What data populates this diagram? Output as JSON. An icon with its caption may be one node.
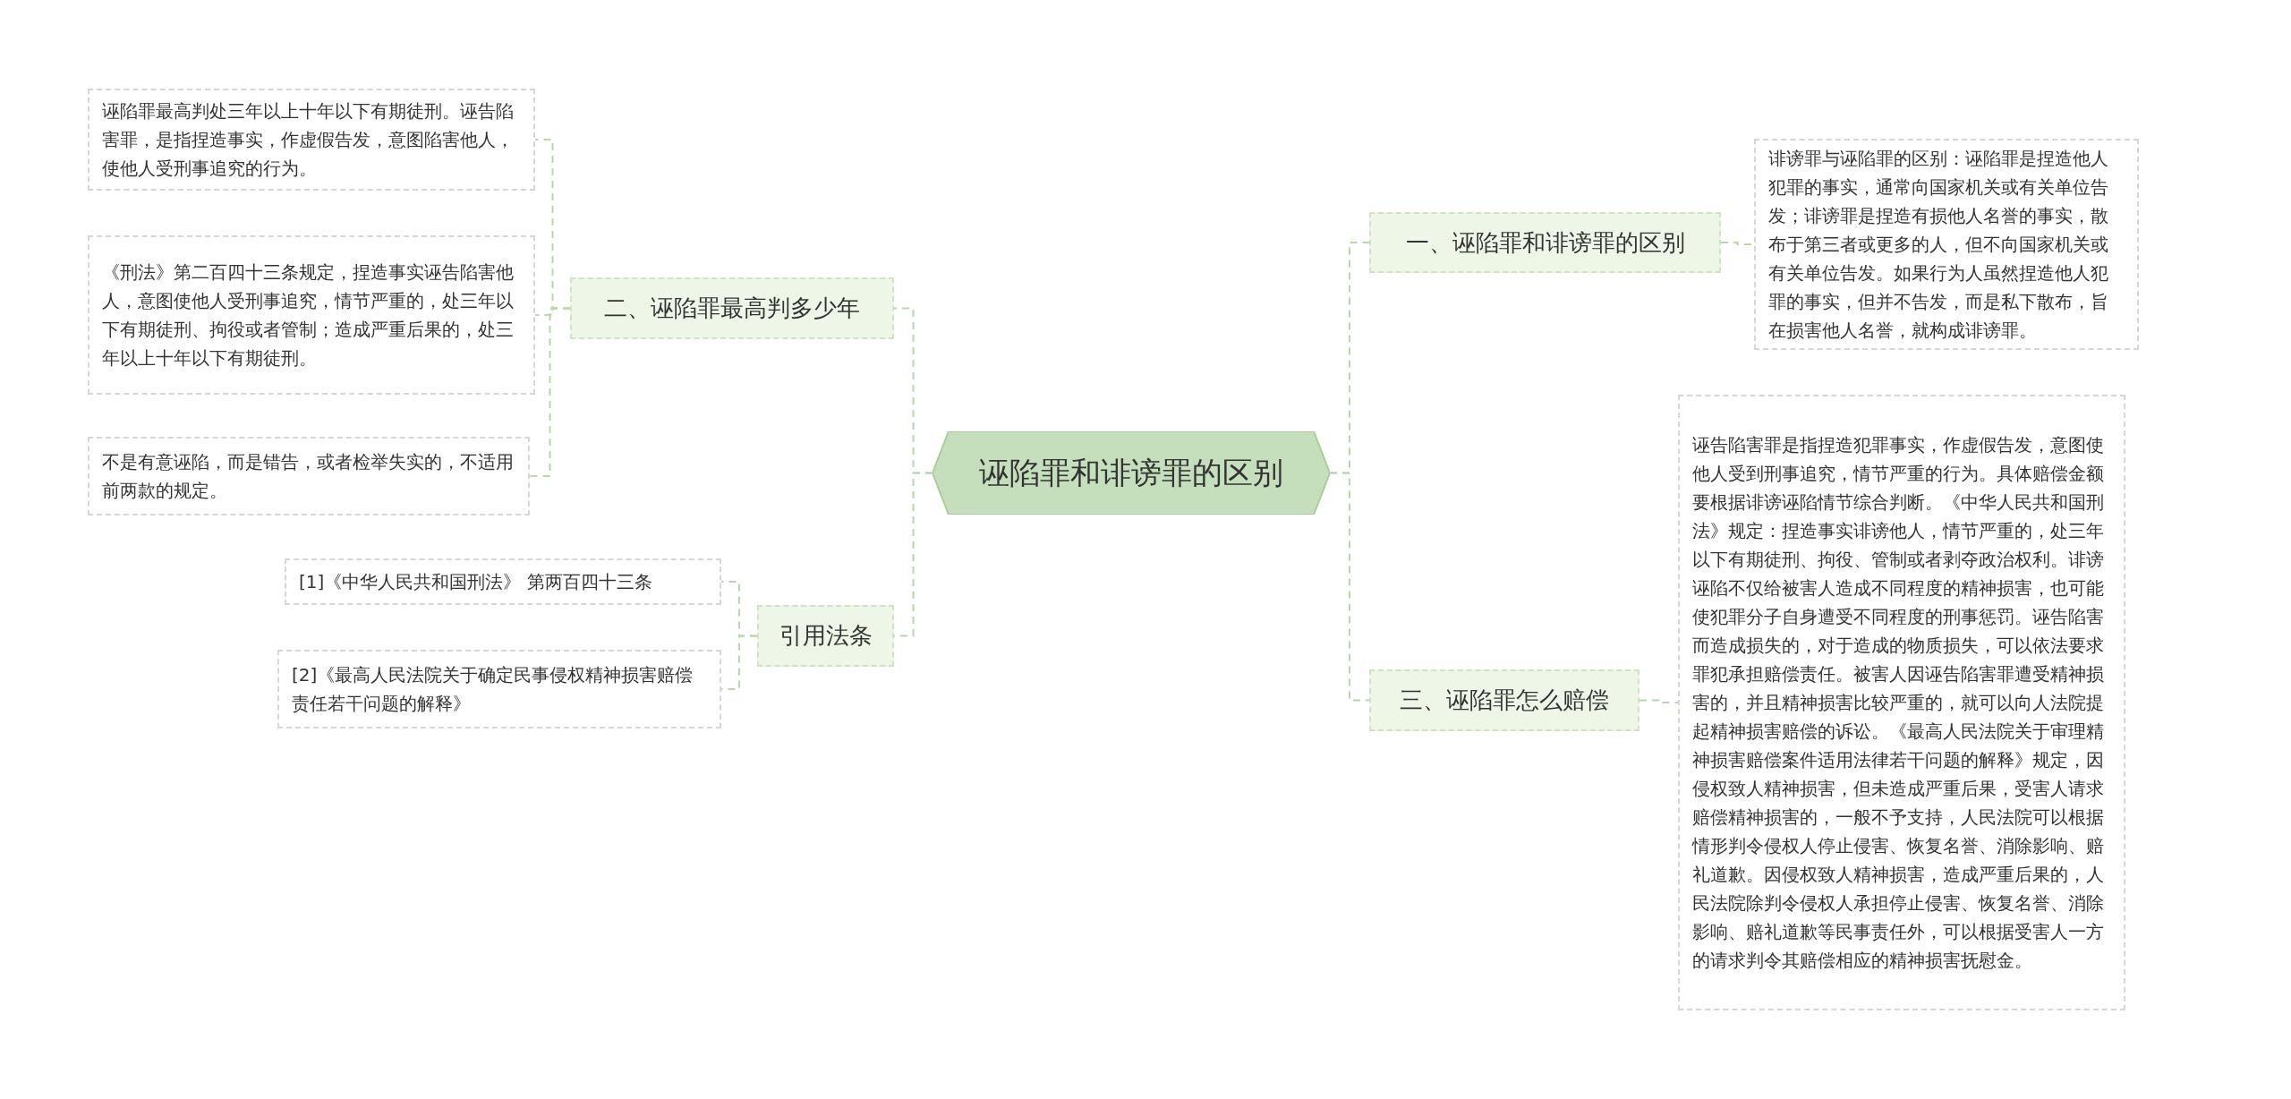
{
  "diagram": {
    "nodes": [
      {
        "text": [
          "诬陷罪和诽谤罪的区别"
        ]
      },
      {
        "text": [
          "一、诬陷罪和诽谤罪的区别"
        ]
      },
      {
        "text": [
          "诽谤罪与诬陷罪的区别：诬陷罪是捏造他人犯罪的事实，通常向国家机关或有关单位告发；诽谤罪是捏造有损他人名誉的事实，散布于第三者或更多的人，但不向国家机关或有关单位告发。如果行为人虽然捏造他人犯罪的事实，但并不告发，而是私下散布，旨在损害他人名誉，就构成诽谤罪。"
        ]
      },
      {
        "text": [
          "三、诬陷罪怎么赔偿"
        ]
      },
      {
        "text": [
          "诬告陷害罪是指捏造犯罪事实，作虚假告发，意图使他人受到刑事追究，情节严重的行为。具体赔偿金额要根据诽谤诬陷情节综合判断。《中华人民共和国刑法》规定：捏造事实诽谤他人，情节严重的，处三年以下有期徒刑、拘役、管制或者剥夺政治权利。诽谤诬陷不仅给被害人造成不同程度的精神损害，也可能使犯罪分子自身遭受不同程度的刑事惩罚。诬告陷害而造成损失的，对于造成的物质损失，可以依法要求罪犯承担赔偿责任。被害人因诬告陷害罪遭受精神损害的，并且精神损害比较严重的，就可以向人法院提起精神损害赔偿的诉讼。《最高人民法院关于审理精神损害赔偿案件适用法律若干问题的解释》规定，因侵权致人精神损害，但未造成严重后果，受害人请求赔偿精神损害的，一般不予支持，人民法院可以根据情形判令侵权人停止侵害、恢复名誉、消除影响、赔礼道歉。因侵权致人精神损害，造成严重后果的，人民法院除判令侵权人承担停止侵害、恢复名誉、消除影响、赔礼道歉等民事责任外，可以根据受害人一方的请求判令其赔偿相应的精神损害抚慰金。"
        ]
      },
      {
        "text": [
          "二、诬陷罪最高判多少年"
        ]
      },
      {
        "text": [
          "诬陷罪最高判处三年以上十年以下有期徒刑。诬告陷害罪，是指捏造事实，作虚假告发，意图陷害他人，使他人受刑事追究的行为。"
        ]
      },
      {
        "text": [
          "《刑法》第二百四十三条规定，捏造事实诬告陷害他人，意图使他人受刑事追究，情节严重的，处三年以下有期徒刑、拘役或者管制；造成严重后果的，处三年以上十年以下有期徒刑。"
        ]
      },
      {
        "text": [
          "不是有意诬陷，而是错告，或者检举失实的，不适用前两款的规定。"
        ]
      },
      {
        "text": [
          "引用法条"
        ]
      },
      {
        "text": [
          "[1]《中华人民共和国刑法》 第两百四十三条"
        ]
      },
      {
        "text": [
          "[2]《最高人民法院关于确定民事侵权精神损害赔偿责任若干问题的解释》"
        ]
      }
    ],
    "edges": [
      {
        "from": 0,
        "to": 1,
        "arrow": "none"
      },
      {
        "from": 1,
        "to": 2,
        "arrow": "none"
      },
      {
        "from": 0,
        "to": 3,
        "arrow": "none"
      },
      {
        "from": 3,
        "to": 4,
        "arrow": "none"
      },
      {
        "from": 0,
        "to": 5,
        "arrow": "none"
      },
      {
        "from": 5,
        "to": 6,
        "arrow": "none"
      },
      {
        "from": 5,
        "to": 7,
        "arrow": "none"
      },
      {
        "from": 5,
        "to": 8,
        "arrow": "none"
      },
      {
        "from": 0,
        "to": 9,
        "arrow": "none"
      },
      {
        "from": 9,
        "to": 10,
        "arrow": "none"
      },
      {
        "from": 9,
        "to": 11,
        "arrow": "none"
      }
    ]
  }
}
